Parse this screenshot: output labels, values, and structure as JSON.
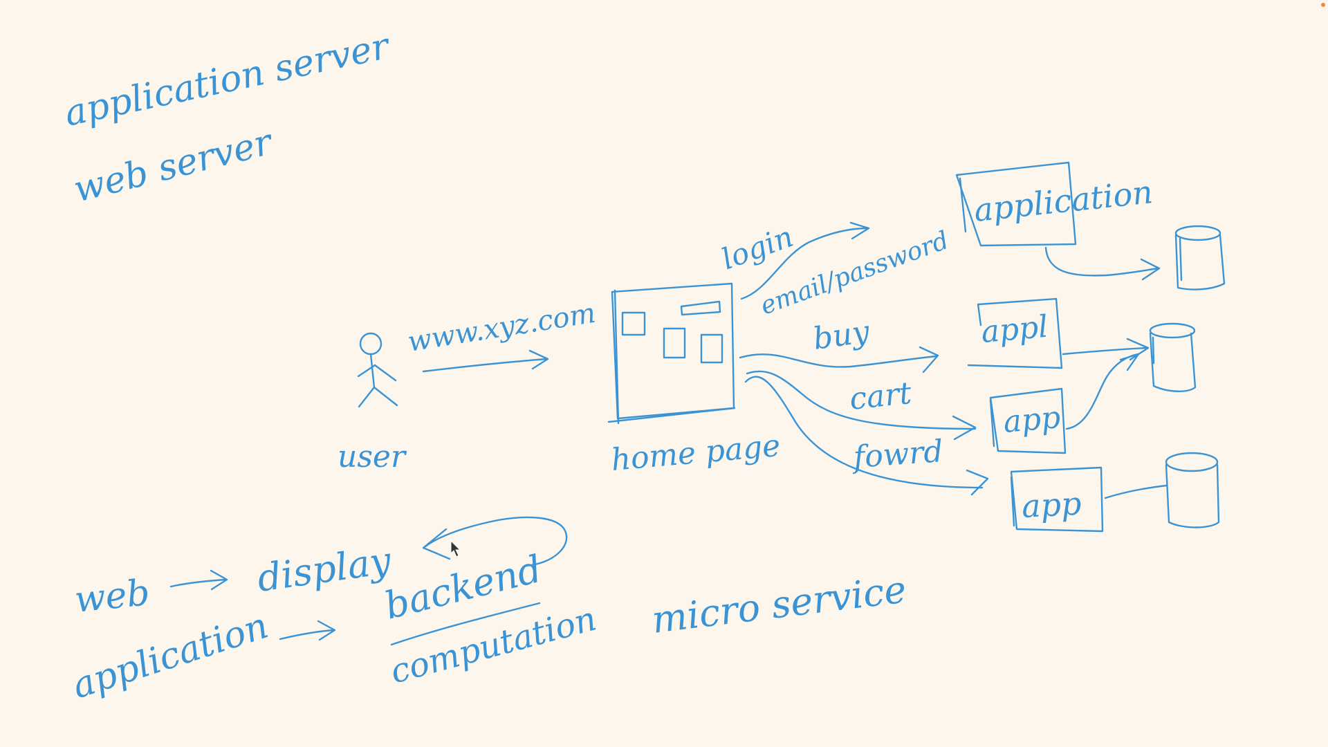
{
  "colors": {
    "background": "#fdf6ec",
    "ink": "#3a93d4",
    "recording_indicator": "#f08a3c",
    "cursor": "#333333"
  },
  "top_notes": {
    "line1": "application server",
    "line2": "web server"
  },
  "user": {
    "label": "user",
    "url": "www.xyz.com"
  },
  "home_page": {
    "label": "home page"
  },
  "flows": {
    "login": "login",
    "credentials": "email/password",
    "buy": "buy",
    "cart": "cart",
    "forward": "fowrd"
  },
  "services": {
    "application": "application",
    "appl": "appl",
    "app1": "app",
    "app2": "app"
  },
  "bottom_notes": {
    "web": "web",
    "display": "display",
    "application": "application",
    "backend": "backend",
    "computation": "computation",
    "micro_service": "micro service"
  }
}
